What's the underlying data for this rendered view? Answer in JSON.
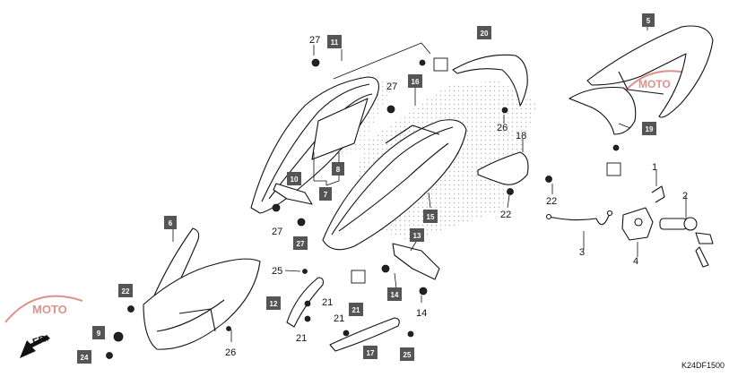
{
  "diagram": {
    "diagram_code": "K24DF1500",
    "direction_label": "FR.",
    "watermark_text": "MOTO",
    "boxed_refs": [
      "5",
      "6",
      "7",
      "8",
      "9",
      "10",
      "11",
      "12",
      "13",
      "14",
      "15",
      "16",
      "17",
      "19",
      "20",
      "21",
      "22",
      "24",
      "25",
      "27"
    ],
    "plain_refs": [
      "1",
      "2",
      "3",
      "4",
      "14",
      "18",
      "21",
      "22",
      "25",
      "26",
      "27"
    ],
    "colors": {
      "box_fill": "#555555",
      "line": "#111111",
      "watermark": "#c0392b",
      "background": "#ffffff"
    }
  }
}
